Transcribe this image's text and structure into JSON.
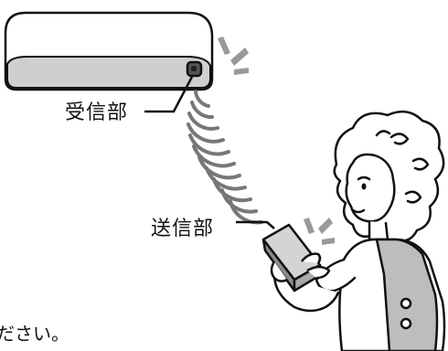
{
  "labels": {
    "receiver": "受信部",
    "sender": "送信部"
  },
  "caption": "ださい。",
  "icons": [
    "air-conditioner-icon",
    "remote-control-icon",
    "woman-icon",
    "signal-wave-icon",
    "spark-icon"
  ]
}
